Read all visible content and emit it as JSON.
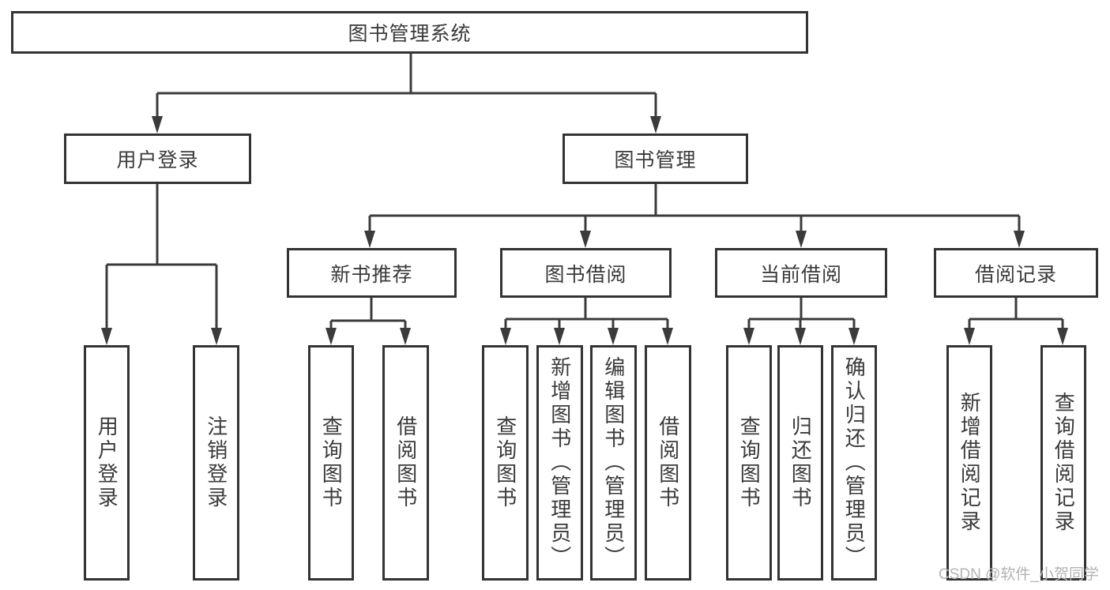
{
  "diagram": {
    "root": {
      "label": "图书管理系统",
      "children": [
        {
          "label": "用户登录",
          "children": [
            {
              "label": "用户登录"
            },
            {
              "label": "注销登录"
            }
          ]
        },
        {
          "label": "图书管理",
          "children": [
            {
              "label": "新书推荐",
              "children": [
                {
                  "label": "查询图书"
                },
                {
                  "label": "借阅图书"
                }
              ]
            },
            {
              "label": "图书借阅",
              "children": [
                {
                  "label": "查询图书"
                },
                {
                  "label": "新增图书（管理员）"
                },
                {
                  "label": "编辑图书（管理员）"
                },
                {
                  "label": "借阅图书"
                }
              ]
            },
            {
              "label": "当前借阅",
              "children": [
                {
                  "label": "查询图书"
                },
                {
                  "label": "归还图书"
                },
                {
                  "label": "确认归还（管理员）"
                }
              ]
            },
            {
              "label": "借阅记录",
              "children": [
                {
                  "label": "新增借阅记录"
                },
                {
                  "label": "查询借阅记录"
                }
              ]
            }
          ]
        }
      ]
    }
  },
  "watermark": {
    "text": "CSDN @软件_小贺同学"
  },
  "colors": {
    "line": "#3b3b3b",
    "box_border": "#333333",
    "text": "#3a3a3a",
    "background": "#ffffff",
    "watermark": "#b3b3b3"
  }
}
